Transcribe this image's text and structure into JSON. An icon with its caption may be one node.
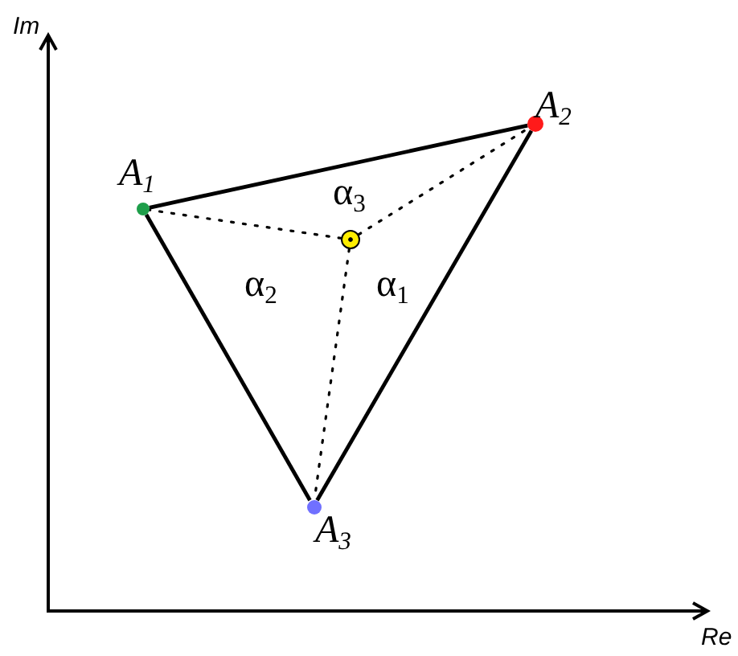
{
  "diagram": {
    "nodes": [
      {
        "text": [],
        "shape": "circle",
        "beside": [
          "A$_{1}$"
        ]
      },
      {
        "text": [],
        "shape": "circle",
        "beside": [
          "A$_{2}$"
        ]
      },
      {
        "text": [],
        "shape": "circle",
        "beside": [
          "A$_{3}$"
        ]
      },
      {
        "text": [],
        "shape": "circle"
      }
    ],
    "edges": [
      {
        "from": 0,
        "to": 1,
        "arrow": "none"
      },
      {
        "from": 1,
        "to": 2,
        "arrow": "none"
      },
      {
        "from": 2,
        "to": 0,
        "arrow": "none"
      },
      {
        "from": 3,
        "to": 0,
        "arrow": "none",
        "style": "dashed"
      },
      {
        "from": 3,
        "to": 1,
        "arrow": "none",
        "style": "dashed"
      },
      {
        "from": 3,
        "to": 2,
        "arrow": "none",
        "style": "dashed"
      }
    ],
    "labels": [
      "Im",
      "α$_{3}$",
      "α$_{2}$",
      "α$_{1}$",
      "Re"
    ]
  }
}
